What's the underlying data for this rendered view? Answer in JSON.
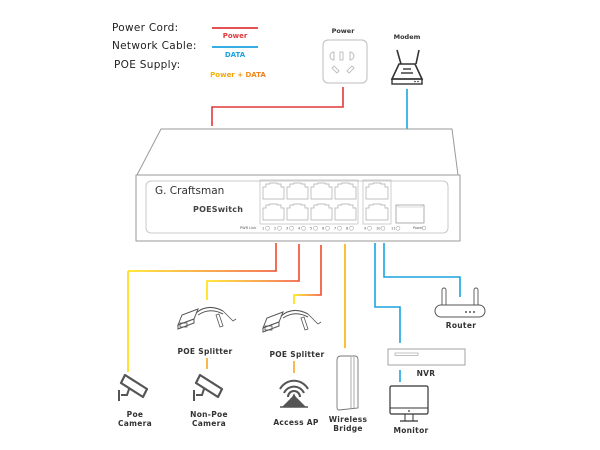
{
  "legend": {
    "items": [
      {
        "label": "Power Cord:",
        "line_label": "Power",
        "color": "#e03a3a"
      },
      {
        "label": "Network Cable:",
        "line_label": "DATA",
        "color": "#1aa3e0"
      },
      {
        "label": "POE Supply:",
        "line_label": "Power + DATA",
        "color_start": "#ffe000",
        "color_end": "#f07a20"
      }
    ]
  },
  "colors": {
    "power": "#e03a3a",
    "data": "#1aa3e0",
    "poe_yellow": "#ffd800",
    "poe_orange": "#f59a23",
    "outline": "#9a9a9a",
    "icon": "#555555"
  },
  "top_devices": {
    "power_outlet": {
      "label": "Power"
    },
    "modem": {
      "label": "Modem"
    }
  },
  "switch": {
    "brand": "G. Craftsman",
    "model": "POESwitch",
    "led_label": "PWR Link",
    "port_numbers": [
      "1",
      "2",
      "3",
      "4",
      "5",
      "6",
      "7",
      "8",
      "9",
      "10",
      "11"
    ],
    "power_led_label": "Power"
  },
  "bottom_devices": {
    "poe_splitter_1": {
      "label": "POE Splitter"
    },
    "poe_splitter_2": {
      "label": "POE Splitter"
    },
    "poe_camera": {
      "label_line1": "Poe",
      "label_line2": "Camera"
    },
    "non_poe_camera": {
      "label_line1": "Non-Poe",
      "label_line2": "Camera"
    },
    "access_ap": {
      "label": "Access AP"
    },
    "wireless_bridge": {
      "label_line1": "Wireless",
      "label_line2": "Bridge"
    },
    "router": {
      "label": "Router"
    },
    "nvr": {
      "label": "NVR"
    },
    "monitor": {
      "label": "Monitor"
    }
  }
}
